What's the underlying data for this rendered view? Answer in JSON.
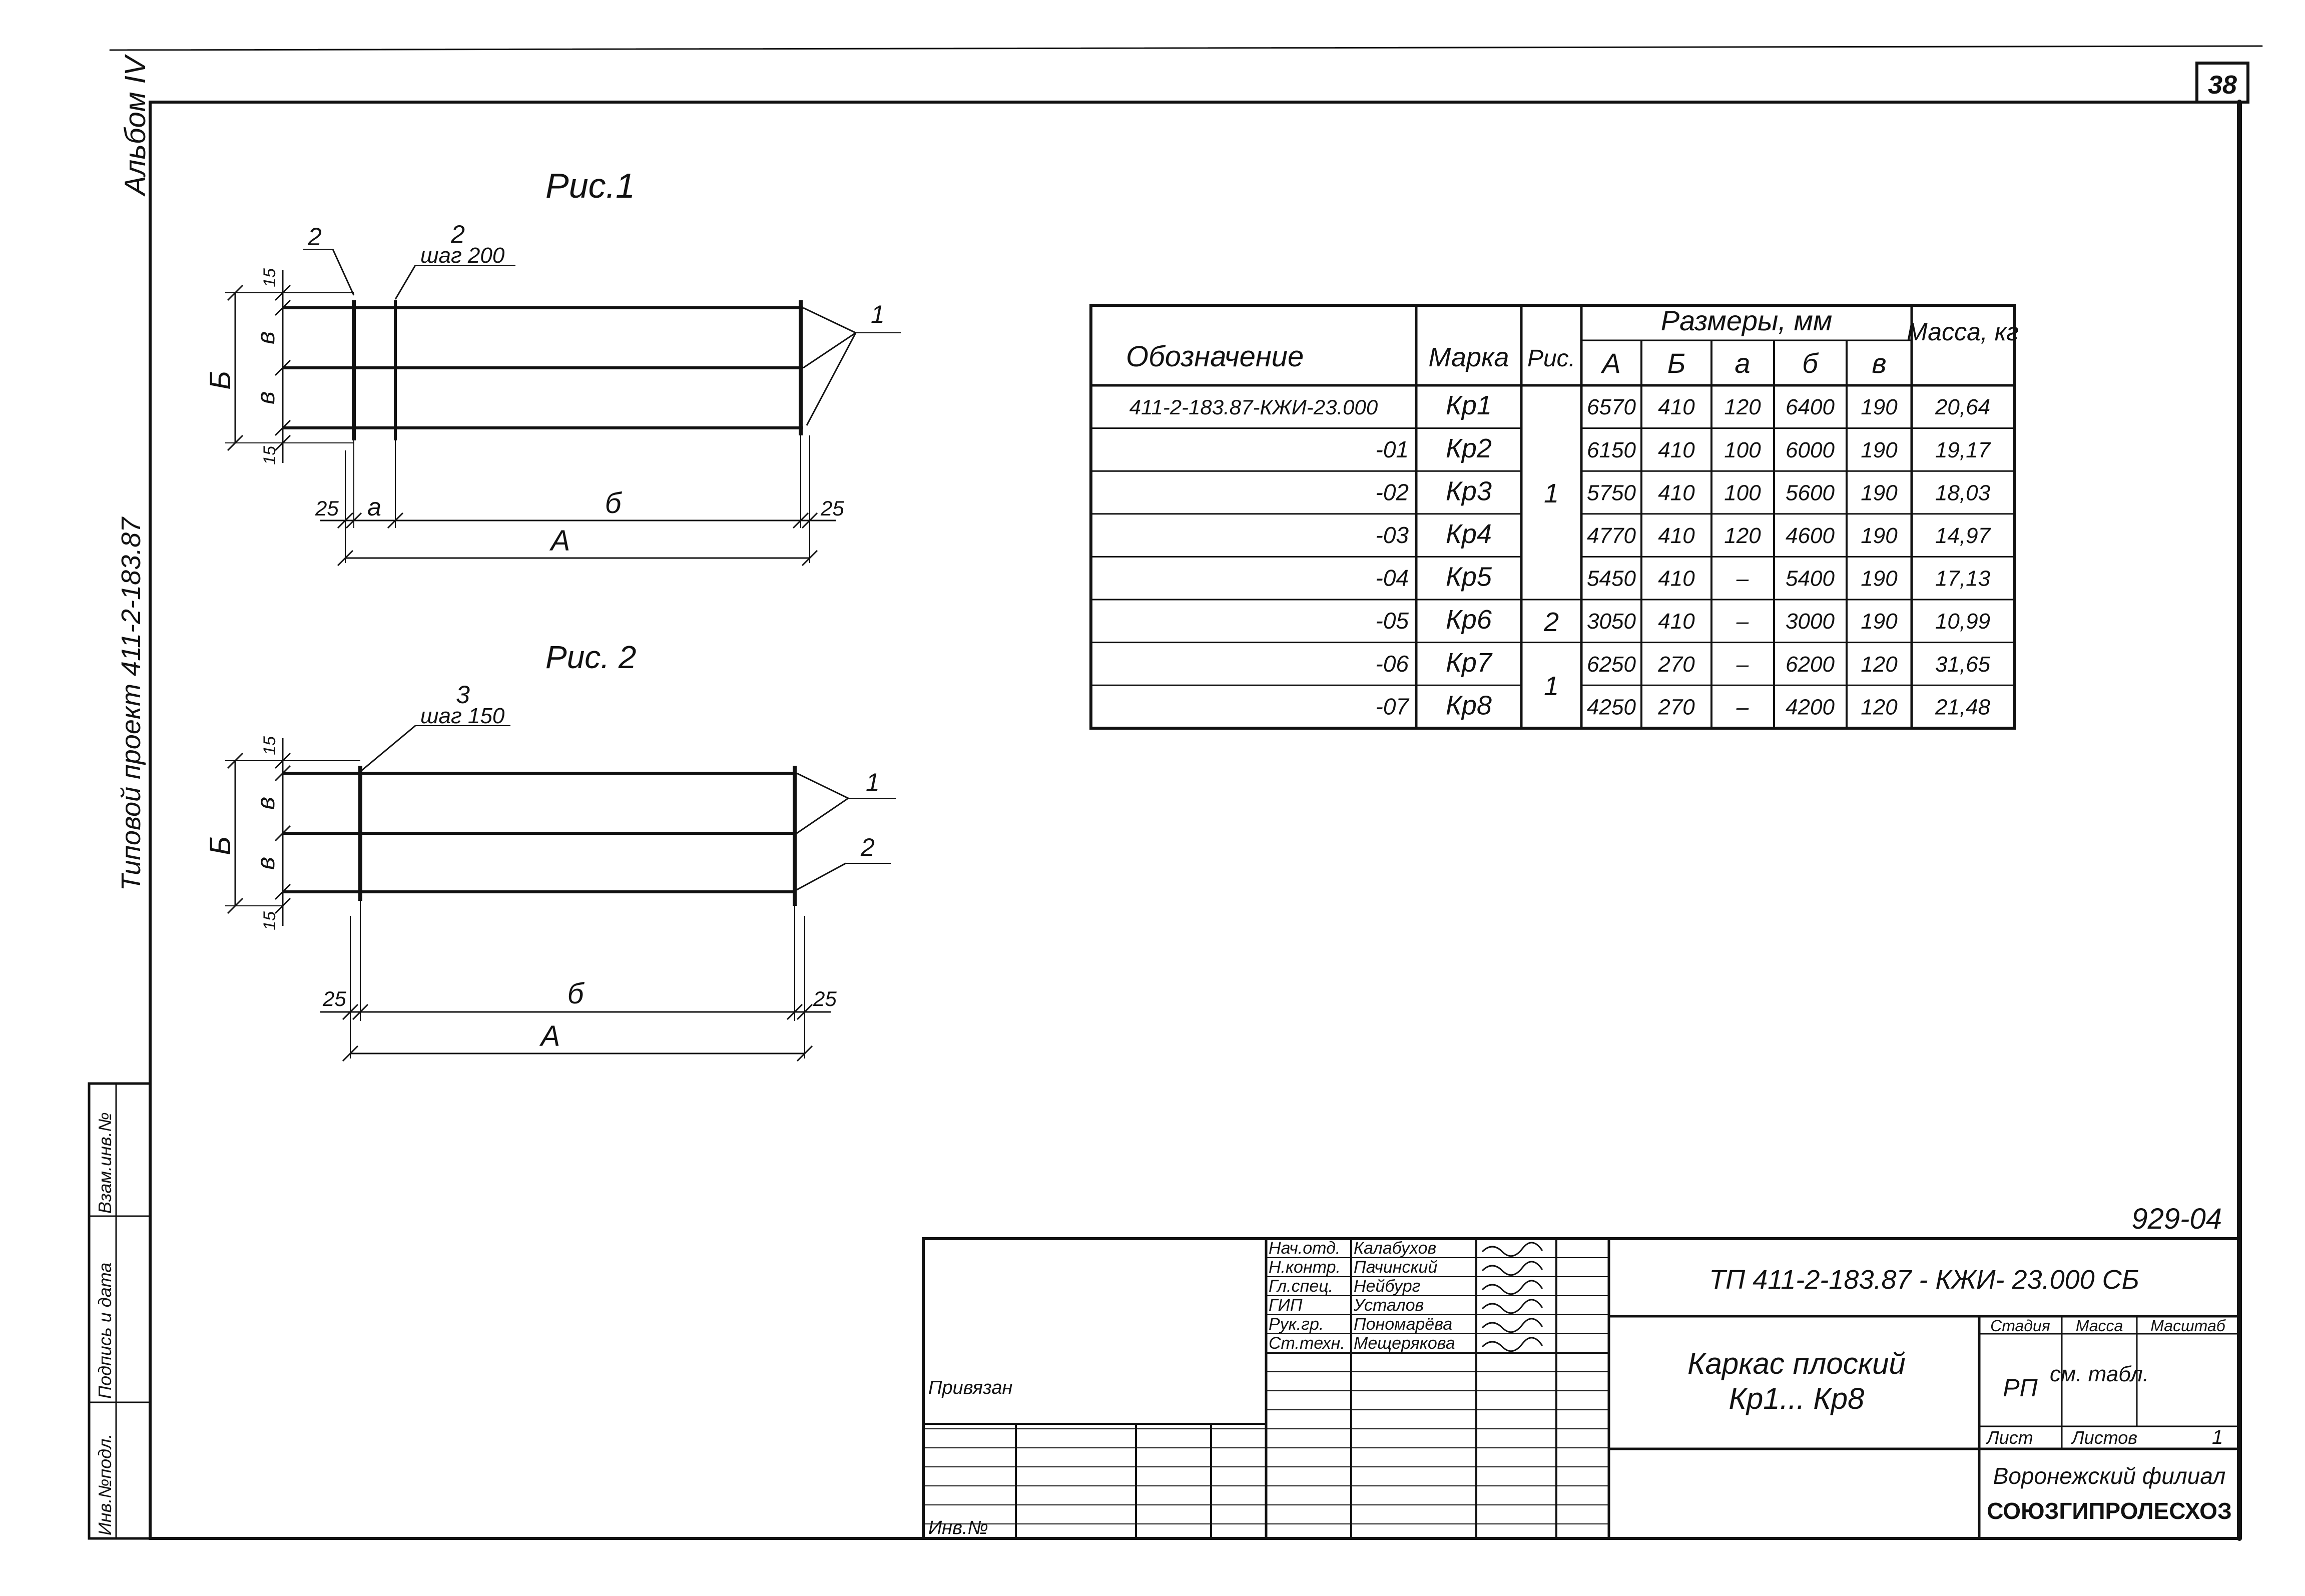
{
  "sheet": {
    "page_number": "38",
    "doc_number": "929-04"
  },
  "side": {
    "album": "Альбом IV",
    "project": "Типовой проект 411-2-183.87",
    "stamp_labels": [
      "Взам.инв.№",
      "Подпись и дата",
      "Инв.№подл."
    ]
  },
  "fig1": {
    "caption": "Рис.1",
    "callout_2a": "2",
    "callout_2b": "2",
    "callout_2b_note": "шаг 200",
    "callout_1": "1",
    "dim_B": "Б",
    "dim_v1": "в",
    "dim_v2": "в",
    "dim_15_top": "15",
    "dim_15_bot": "15",
    "dim_25_left": "25",
    "dim_a": "а",
    "dim_b": "б",
    "dim_25_right": "25",
    "dim_A": "А"
  },
  "fig2": {
    "caption": "Рис. 2",
    "callout_3": "3",
    "callout_3_note": "шаг 150",
    "callout_1": "1",
    "callout_2": "2",
    "dim_B": "Б",
    "dim_v1": "в",
    "dim_v2": "в",
    "dim_15_top": "15",
    "dim_15_bot": "15",
    "dim_25_left": "25",
    "dim_b": "б",
    "dim_25_right": "25",
    "dim_A": "А"
  },
  "spec_table": {
    "headers": {
      "designation": "Обозначение",
      "mark": "Марка",
      "fig": "Рис.",
      "sizes": "Размеры, мм",
      "mass": "Масса, кг",
      "A": "А",
      "B": "Б",
      "a": "а",
      "b": "б",
      "v": "в"
    },
    "rows": [
      {
        "designation": "411-2-183.87-КЖИ-23.000",
        "mark": "Кр1",
        "A": "6570",
        "B": "410",
        "a": "120",
        "b": "6400",
        "v": "190",
        "mass": "20,64"
      },
      {
        "designation": "-01",
        "mark": "Кр2",
        "A": "6150",
        "B": "410",
        "a": "100",
        "b": "6000",
        "v": "190",
        "mass": "19,17"
      },
      {
        "designation": "-02",
        "mark": "Кр3",
        "A": "5750",
        "B": "410",
        "a": "100",
        "b": "5600",
        "v": "190",
        "mass": "18,03"
      },
      {
        "designation": "-03",
        "mark": "Кр4",
        "A": "4770",
        "B": "410",
        "a": "120",
        "b": "4600",
        "v": "190",
        "mass": "14,97"
      },
      {
        "designation": "-04",
        "mark": "Кр5",
        "A": "5450",
        "B": "410",
        "a": "–",
        "b": "5400",
        "v": "190",
        "mass": "17,13"
      },
      {
        "designation": "-05",
        "mark": "Кр6",
        "A": "3050",
        "B": "410",
        "a": "–",
        "b": "3000",
        "v": "190",
        "mass": "10,99"
      },
      {
        "designation": "-06",
        "mark": "Кр7",
        "A": "6250",
        "B": "270",
        "a": "–",
        "b": "6200",
        "v": "120",
        "mass": "31,65"
      },
      {
        "designation": "-07",
        "mark": "Кр8",
        "A": "4250",
        "B": "270",
        "a": "–",
        "b": "4200",
        "v": "120",
        "mass": "21,48"
      }
    ],
    "fig_groups": [
      "1",
      "2",
      "1"
    ]
  },
  "title_block": {
    "roles": [
      "Нач.отд.",
      "Н.контр.",
      "Гл.спец.",
      "ГИП",
      "Рук.гр.",
      "Ст.техн."
    ],
    "names": [
      "Калабухов",
      "Пачинский",
      "Нейбург",
      "Усталов",
      "Пономарёва",
      "Мещерякова"
    ],
    "tied_to": "Привязан",
    "inv_no": "Инв.№",
    "doc_code": "ТП 411-2-183.87 - КЖИ- 23.000 СБ",
    "title_line1": "Каркас плоский",
    "title_line2": "Кр1... Кр8",
    "stage_label": "Стадия",
    "mass_label": "Масса",
    "scale_label": "Масштаб",
    "stage_value": "РП",
    "mass_value": "см. табл.",
    "sheet_label": "Лист",
    "sheets_label": "Листов",
    "sheets_value": "1",
    "org_line1": "Воронежский филиал",
    "org_line2": "СОЮЗГИПРОЛЕСХОЗ"
  }
}
